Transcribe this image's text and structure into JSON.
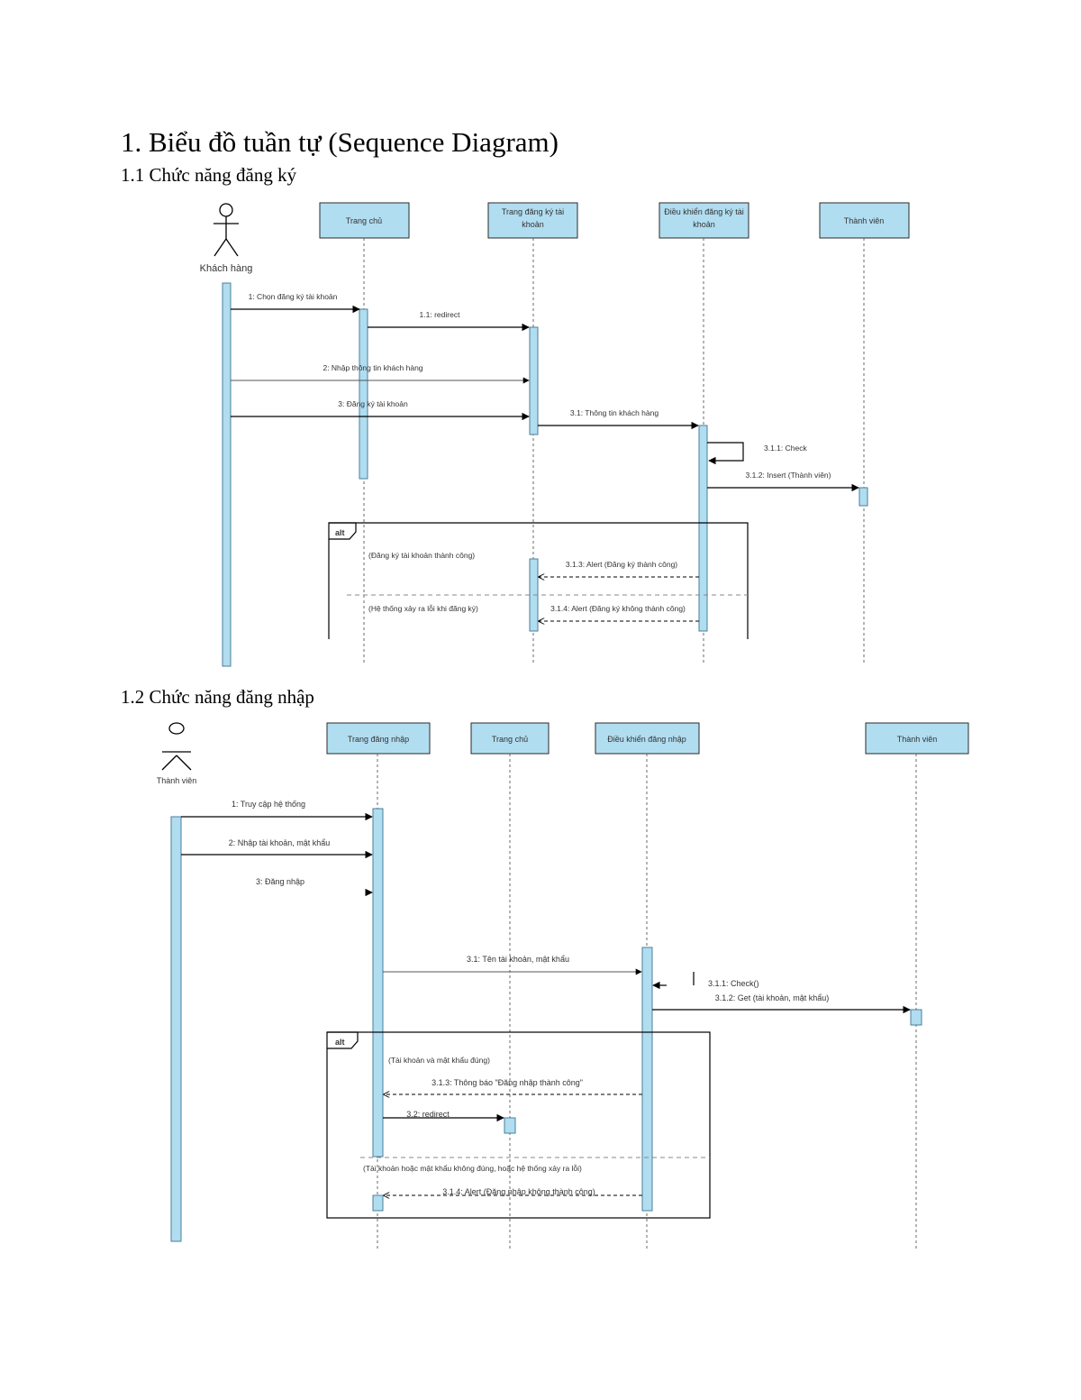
{
  "doc": {
    "heading": "1. Biểu đồ tuần tự (Sequence Diagram)",
    "section1_title": "1.1 Chức năng đăng ký",
    "section2_title": "1.2 Chức năng đăng nhập"
  },
  "d1": {
    "actor": "Khách hàng",
    "lifelines": [
      "Trang chủ",
      "Trang đăng ký tài khoản",
      "Điều khiển đăng ký tài khoản",
      "Thành viên"
    ],
    "messages": {
      "m1": "1: Chọn đăng ký tài khoản",
      "m11": "1.1: redirect",
      "m2": "2: Nhập thông tin khách hàng",
      "m3": "3: Đăng ký tài khoản",
      "m31": "3.1: Thông tin khách hàng",
      "m311": "3.1.1: Check",
      "m312": "3.1.2: Insert (Thành viên)",
      "m313": "3.1.3: Alert (Đăng ký thành công)",
      "m314": "3.1.4: Alert (Đăng ký không thành công)"
    },
    "alt": {
      "label": "alt",
      "guard1": "(Đăng ký tài khoản thành công)",
      "guard2": "(Hệ thống xảy ra lỗi khi đăng ký)"
    }
  },
  "d2": {
    "actor": "Thành viên",
    "lifelines": [
      "Trang đăng nhập",
      "Trang chủ",
      "Điều khiển đăng nhập",
      "Thành viên"
    ],
    "messages": {
      "m1": "1: Truy cập hệ thống",
      "m2": "2: Nhập tài khoản, mật khẩu",
      "m3": "3: Đăng nhập",
      "m31": "3.1: Tên tài khoản, mật khẩu",
      "m311": "3.1.1: Check()",
      "m312": "3.1.2: Get (tài khoản, mật khẩu)",
      "m313": "3.1.3: Thông báo \"Đăng nhập thành công\"",
      "m32": "3.2: redirect",
      "m314": "3.1.4: Alert (Đăng nhập không thành công)"
    },
    "alt": {
      "label": "alt",
      "guard1": "(Tài khoản và mật khẩu đúng)",
      "guard2": "(Tài khoản hoặc mật khẩu không đúng, hoặc hệ thống xảy ra lỗi)"
    }
  }
}
